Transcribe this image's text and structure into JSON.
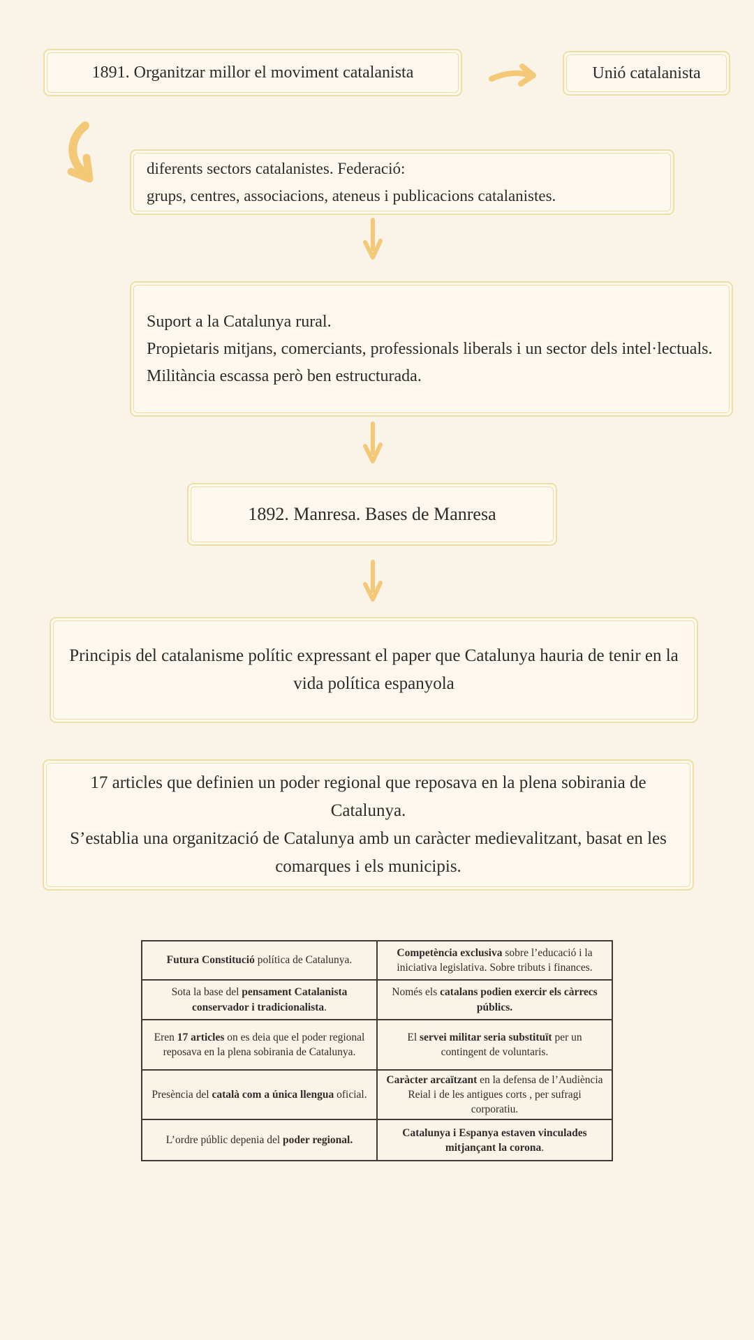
{
  "colors": {
    "background": "#FAF3E8",
    "box_fill": "#FCF8EF",
    "box_border_yellow": "#EDDFA2",
    "arrow_yellow": "#F3C977",
    "text_ink": "#2E2B27",
    "table_border": "#3D3B38"
  },
  "flow": {
    "box_1891": "1891. Organitzar millor el moviment catalanista",
    "box_unio": "Unió catalanista",
    "box_federacio": "diferents sectors catalanistes. Federació:\n grups, centres, associacions, ateneus i publicacions catalanistes.",
    "box_suport": "Suport a la Catalunya rural.\nPropietaris mitjans, comerciants, professionals liberals i un sector dels intel·lectuals.\nMilitància escassa però ben estructurada.",
    "box_manresa": "1892. Manresa. Bases de Manresa",
    "box_principis": "Principis del catalanisme polític expressant el paper que Catalunya hauria de tenir en la vida política espanyola",
    "box_articles": "17 articles que definien un poder regional que reposava en la plena sobirania de Catalunya.\nS’establia una organització de Catalunya amb un caràcter medievalitzant, basat en les comarques i els municipis."
  },
  "table": {
    "rows": [
      {
        "cells": [
          [
            {
              "text": "Futura Constitució",
              "bold": true
            },
            {
              "text": " política de Catalunya.",
              "bold": false
            }
          ],
          [
            {
              "text": "Competència exclusiva",
              "bold": true
            },
            {
              "text": " sobre l’educació i la iniciativa legislativa. Sobre tributs i finances.",
              "bold": false
            }
          ]
        ]
      },
      {
        "cells": [
          [
            {
              "text": "Sota la base del ",
              "bold": false
            },
            {
              "text": "pensament Catalanista conservador i tradicionalista",
              "bold": true
            },
            {
              "text": ".",
              "bold": false
            }
          ],
          [
            {
              "text": "Només els ",
              "bold": false
            },
            {
              "text": "catalans podien exercir els càrrecs públics.",
              "bold": true
            }
          ]
        ]
      },
      {
        "cells": [
          [
            {
              "text": "Eren ",
              "bold": false
            },
            {
              "text": "17 articles",
              "bold": true
            },
            {
              "text": " on es deia que el poder regional reposava en la plena sobirania de Catalunya.",
              "bold": false
            }
          ],
          [
            {
              "text": "El ",
              "bold": false
            },
            {
              "text": "servei militar seria substituït",
              "bold": true
            },
            {
              "text": " per un contingent de voluntaris.",
              "bold": false
            }
          ]
        ]
      },
      {
        "cells": [
          [
            {
              "text": "Presència del ",
              "bold": false
            },
            {
              "text": "català com a única llengua",
              "bold": true
            },
            {
              "text": " oficial.",
              "bold": false
            }
          ],
          [
            {
              "text": "Caràcter arcaïtzant",
              "bold": true
            },
            {
              "text": " en la defensa de l’Audiència Reial i de les antigues corts , per sufragi corporatiu.",
              "bold": false
            }
          ]
        ]
      },
      {
        "cells": [
          [
            {
              "text": "L’ordre públic depenia del ",
              "bold": false
            },
            {
              "text": "poder regional.",
              "bold": true
            }
          ],
          [
            {
              "text": "Catalunya i Espanya estaven vinculades mitjançant la corona",
              "bold": true
            },
            {
              "text": ".",
              "bold": false
            }
          ]
        ]
      }
    ]
  }
}
